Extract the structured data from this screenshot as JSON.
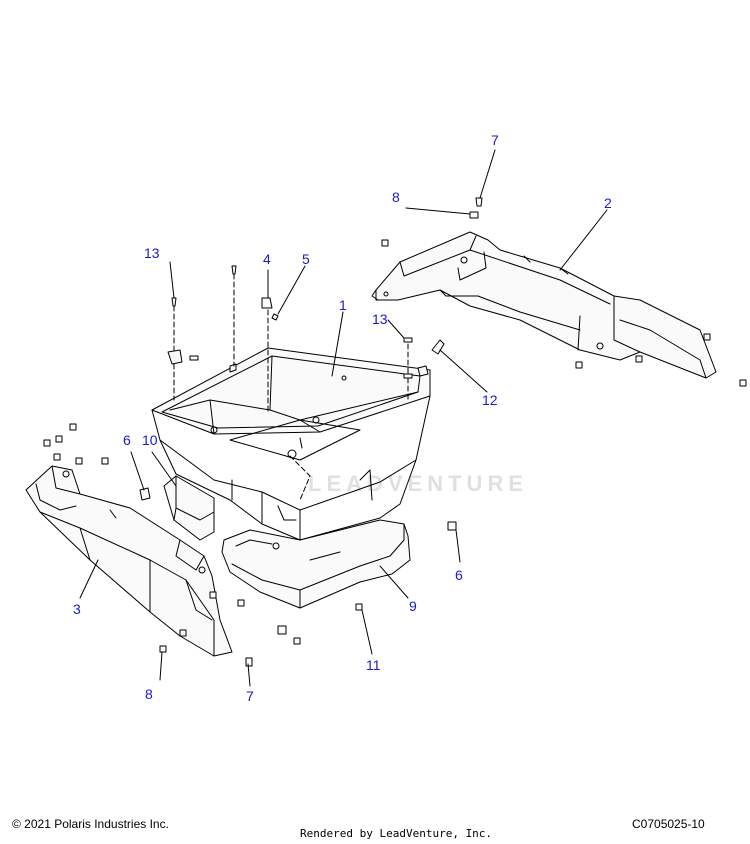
{
  "callouts": {
    "c1": "1",
    "c2": "2",
    "c3": "3",
    "c4": "4",
    "c5": "5",
    "c6a": "6",
    "c6b": "6",
    "c7a": "7",
    "c7b": "7",
    "c8a": "8",
    "c8b": "8",
    "c9": "9",
    "c10": "10",
    "c11": "11",
    "c12": "12",
    "c13a": "13",
    "c13b": "13"
  },
  "footer": {
    "copyright": "© 2021 Polaris Industries Inc.",
    "rendered_by": "Rendered by LeadVenture, Inc.",
    "diagram_code": "C0705025-10"
  },
  "watermark": "LEADVENTURE",
  "colors": {
    "callout": "#1a1acc",
    "line": "#000000",
    "watermark": "#e0e0e0"
  }
}
